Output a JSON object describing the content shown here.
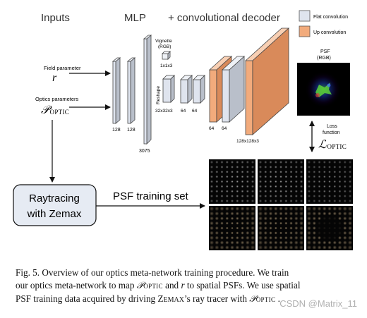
{
  "header": {
    "inputs": "Inputs",
    "mlp": "MLP",
    "decoder": "+ convolutional decoder"
  },
  "legend": {
    "flat": "Flat convolution",
    "up": "Up convolution",
    "flat_color": "#dfe4ee",
    "up_color": "#f2ab7c"
  },
  "inputs": {
    "field_label": "Field parameter",
    "field_symbol": "r",
    "optics_label": "Optics parameters",
    "optics_symbol": "𝒫OPTIC"
  },
  "mlp": {
    "layer1_size": "128",
    "layer2_size": "128",
    "layer3_size": "3075"
  },
  "decoder": {
    "vignette_label": "Vignette",
    "vignette_rgb": "(RGB)",
    "vignette_size": "1x1x3",
    "reshape_label": "Reshape",
    "reshape_size": "32x32x3",
    "flat1_size": "64",
    "flat2_size": "64",
    "up1_size": "64",
    "up2_size": "64",
    "final_size": "128x128x3"
  },
  "psf": {
    "title": "PSF",
    "rgb": "(RGB)",
    "loss_label_1": "Loss",
    "loss_label_2": "function",
    "loss_symbol": "ℒOPTIC"
  },
  "raytracing": {
    "line1": "Raytracing",
    "line2": "with Zemax",
    "box_color": "#e6ebf3"
  },
  "training_set_label": "PSF training set",
  "caption": {
    "line1": "Fig. 5.  Overview of our optics meta-network training procedure. We train",
    "line2": "our optics meta-network to map 𝒫OPTIC and r to spatial PSFs. We use spatial",
    "line3": "PSF training data acquired by driving ZEMAX’s ray tracer with 𝒫OPTIC ."
  },
  "watermark": "CSDN @Matrix_11"
}
